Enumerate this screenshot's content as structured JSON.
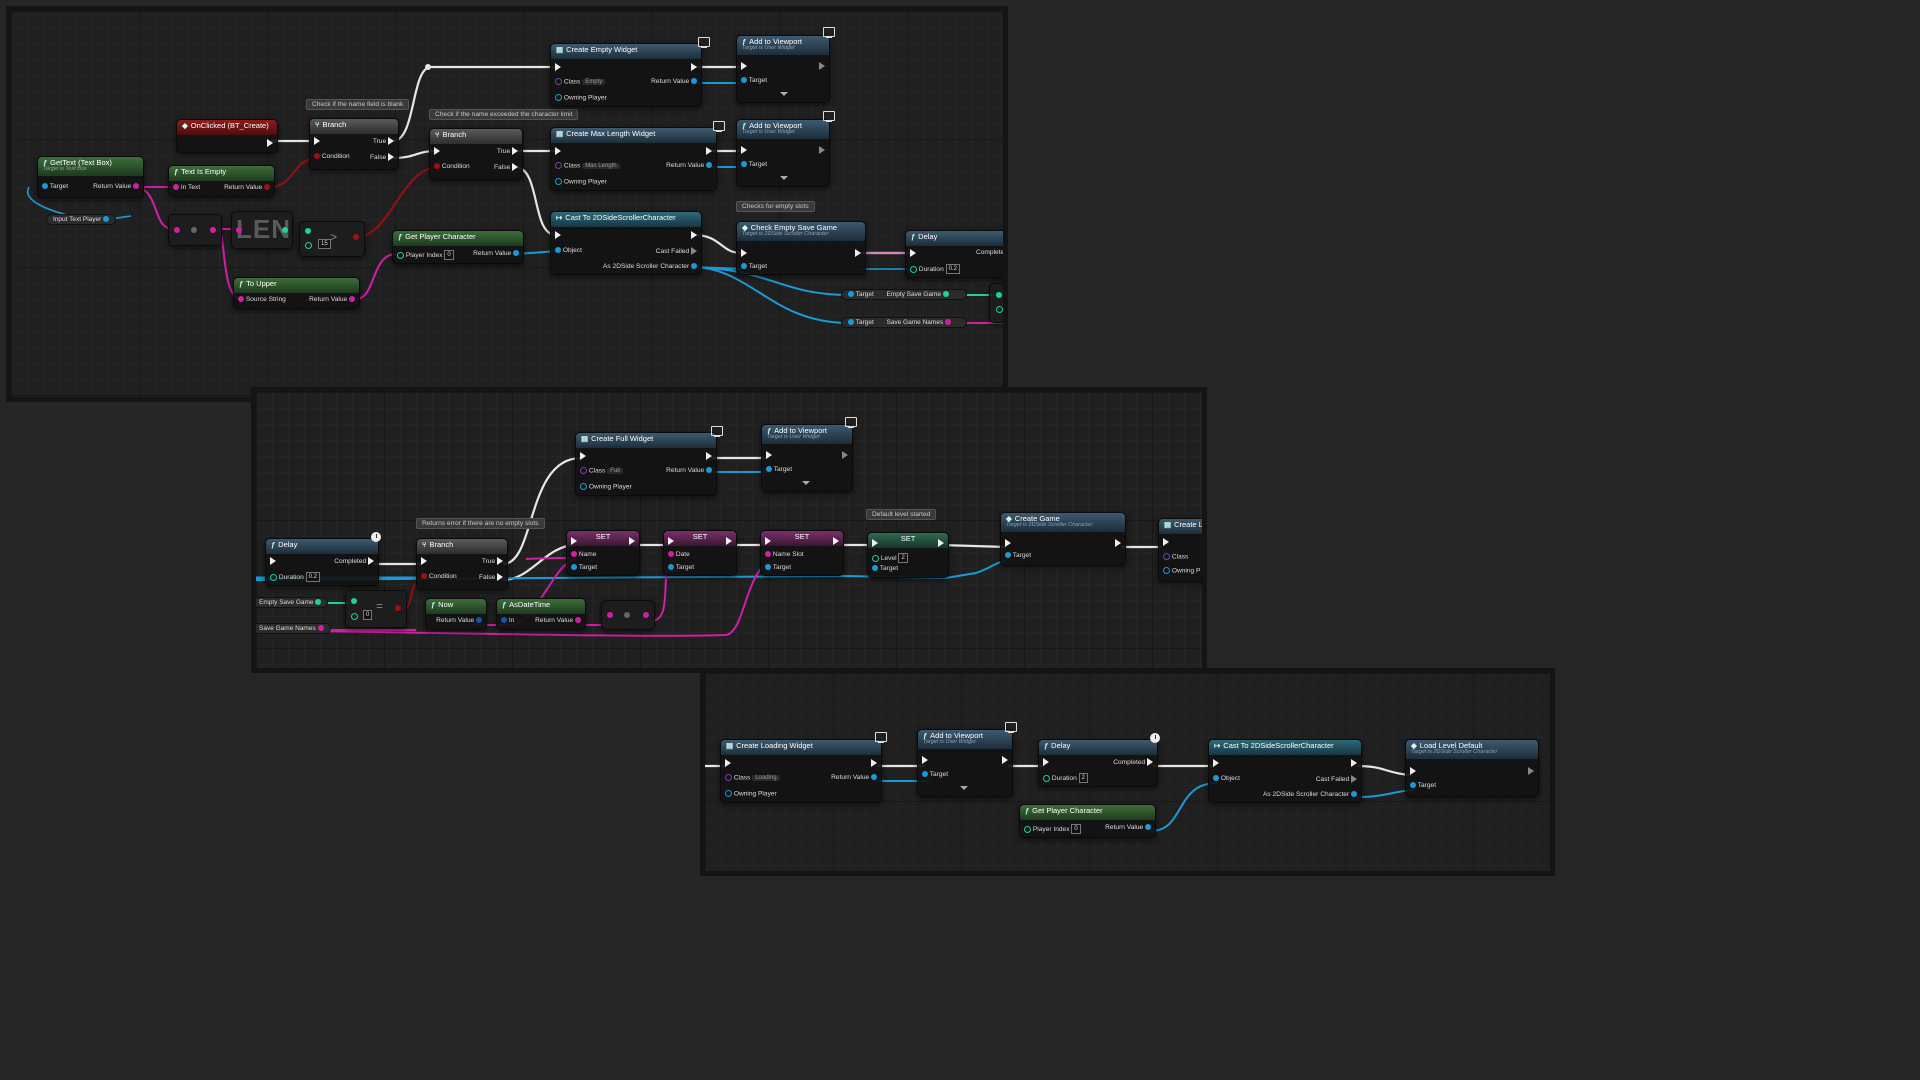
{
  "panel1": {
    "comments": {
      "blank": "Check if the name field is blank",
      "limit": "Check if the name exceeded the character limit",
      "slots": "Checks for empty slots"
    },
    "event": {
      "title": "OnClicked (BT_Create)"
    },
    "get_text": {
      "title": "GetText (Text Box)",
      "sub": "Target is Text Box",
      "target": "Target",
      "ret": "Return Value"
    },
    "input_var": {
      "label": "Input Text Player"
    },
    "is_empty": {
      "title": "Text Is Empty",
      "in": "In Text",
      "ret": "Return Value"
    },
    "branch1": {
      "title": "Branch",
      "cond": "Condition",
      "t": "True",
      "f": "False"
    },
    "branch2": {
      "title": "Branch",
      "cond": "Condition",
      "t": "True",
      "f": "False"
    },
    "len_text": "LEN",
    "compare_value": "15",
    "to_upper": {
      "title": "To Upper",
      "in": "Source String",
      "ret": "Return Value"
    },
    "get_player1": {
      "title": "Get Player Character",
      "in": "Player Index",
      "val": "0",
      "ret": "Return Value"
    },
    "cw_empty": {
      "title": "Create Empty Widget",
      "cls_label": "Class",
      "cls": "Empty",
      "ret": "Return Value",
      "owner": "Owning Player"
    },
    "cw_max": {
      "title": "Create Max Length Widget",
      "cls_label": "Class",
      "cls": "Max Length",
      "ret": "Return Value",
      "owner": "Owning Player"
    },
    "atv1": {
      "title": "Add to Viewport",
      "sub": "Target is User Widget",
      "target": "Target"
    },
    "atv2": {
      "title": "Add to Viewport",
      "sub": "Target is User Widget",
      "target": "Target"
    },
    "cast1": {
      "title": "Cast To 2DSideScrollerCharacter",
      "obj": "Object",
      "failed": "Cast Failed",
      "as": "As 2DSide Scroller Character"
    },
    "check_save": {
      "title": "Check Empty Save Game",
      "sub": "Target is 2DSide Scroller Character",
      "target": "Target"
    },
    "delay1": {
      "title": "Delay",
      "completed": "Completed",
      "dur": "Duration",
      "val": "0.2"
    },
    "var_esg": {
      "target": "Target",
      "label": "Empty Save Game"
    },
    "var_sgn": {
      "target": "Target",
      "label": "Save Game Names"
    }
  },
  "panel2": {
    "comments": {
      "noslots": "Returns error if there are no empty slots",
      "level": "Default level started"
    },
    "delay": {
      "title": "Delay",
      "completed": "Completed",
      "dur": "Duration",
      "val": "0.2"
    },
    "branch": {
      "title": "Branch",
      "cond": "Condition",
      "t": "True",
      "f": "False"
    },
    "var_esg": "Empty Save Game",
    "var_sgn": "Save Game Names",
    "compare_value": "0",
    "cw_full": {
      "title": "Create Full Widget",
      "cls_label": "Class",
      "cls": "Full",
      "ret": "Return Value",
      "owner": "Owning Player"
    },
    "atv": {
      "title": "Add to Viewport",
      "sub": "Target is User Widget",
      "target": "Target"
    },
    "now": {
      "title": "Now",
      "ret": "Return Value"
    },
    "asdt": {
      "title": "AsDateTime",
      "in": "In",
      "ret": "Return Value"
    },
    "set_name": {
      "title": "SET",
      "pin": "Name",
      "target": "Target"
    },
    "set_date": {
      "title": "SET",
      "pin": "Date",
      "target": "Target"
    },
    "set_slot": {
      "title": "SET",
      "pin": "Name Slot",
      "target": "Target"
    },
    "set_level": {
      "title": "SET",
      "pin": "Level",
      "val": "2",
      "target": "Target"
    },
    "create_game": {
      "title": "Create Game",
      "sub": "Target is 2DSide Scroller Character",
      "target": "Target"
    },
    "create_lo": {
      "title": "Create Lo",
      "cls": "Class",
      "owner": "Owning P"
    }
  },
  "panel3": {
    "cw_loading": {
      "title": "Create Loading Widget",
      "cls_label": "Class",
      "cls": "Loading",
      "ret": "Return Value",
      "owner": "Owning Player"
    },
    "atv": {
      "title": "Add to Viewport",
      "sub": "Target is User Widget",
      "target": "Target"
    },
    "delay": {
      "title": "Delay",
      "completed": "Completed",
      "dur": "Duration",
      "val": "2"
    },
    "get_player": {
      "title": "Get Player Character",
      "in": "Player Index",
      "val": "0",
      "ret": "Return Value"
    },
    "cast": {
      "title": "Cast To 2DSideScrollerCharacter",
      "obj": "Object",
      "failed": "Cast Failed",
      "as": "As 2DSide Scroller Character"
    },
    "load_level": {
      "title": "Load Level Default",
      "sub": "Target is 2DSide Scroller Character",
      "target": "Target"
    }
  },
  "colors": {
    "exec_wire": "#e6e6e6",
    "object_wire": "#1c9ad6",
    "string_wire": "#d01fa4",
    "bool_wire": "#9b0f12",
    "int_pin": "#1fd1a0"
  },
  "icons": [
    "function-icon",
    "event-icon",
    "branch-icon",
    "cast-icon",
    "widget-icon",
    "monitor-icon",
    "clock-icon",
    "set-icon"
  ]
}
